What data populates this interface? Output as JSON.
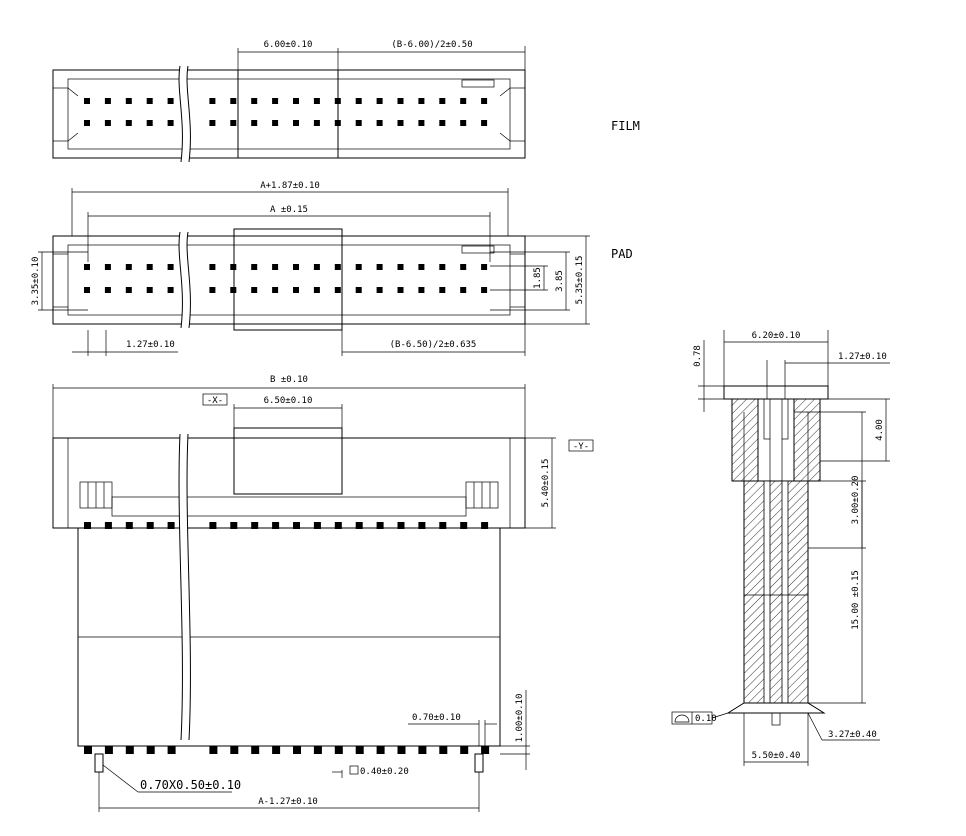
{
  "labels": {
    "film": "FILM",
    "pad": "PAD",
    "dim_600": "6.00±0.10",
    "dim_b600": "(B-6.00)/2±0.50",
    "dim_a187": "A+1.87±0.10",
    "dim_a015": "A ±0.15",
    "dim_335": "3.35±0.10",
    "dim_185": "1.85",
    "dim_385": "3.85",
    "dim_535": "5.35±0.15",
    "dim_127a": "1.27±0.10",
    "dim_b650": "(B-6.50)/2±0.635",
    "dim_b010": "B ±0.10",
    "tag_x": "-X-",
    "tag_y": "-Y-",
    "dim_650": "6.50±0.10",
    "dim_540": "5.40±0.15",
    "dim_070": "0.70±0.10",
    "dim_100": "1.00±0.10",
    "dim_040": "0.40±0.20",
    "dim_0705": "0.70X0.50±0.10",
    "dim_a127": "A-1.27±0.10",
    "dim_620": "6.20±0.10",
    "dim_078": "0.78",
    "dim_127b": "1.27±0.10",
    "dim_400": "4.00",
    "dim_300": "3.00±0.20",
    "dim_1500": "15.00 ±0.15",
    "dim_010": "0.10",
    "dim_327": "3.27±0.40",
    "dim_550": "5.50±0.40"
  }
}
